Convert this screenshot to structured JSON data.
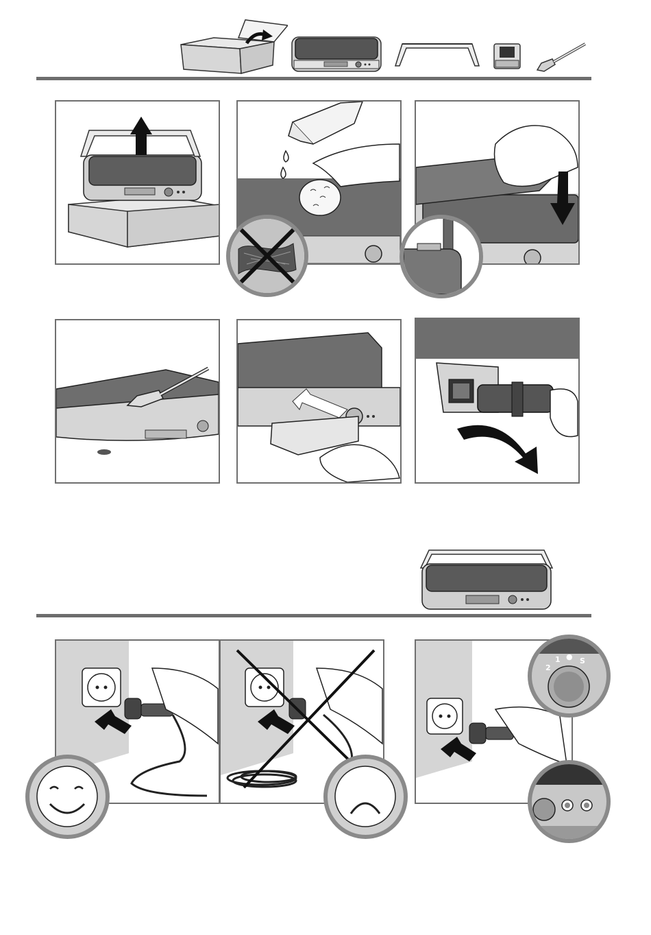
{
  "page": {
    "section_rules": 2
  },
  "parts_strip": [
    "box-icon",
    "griddle-icon",
    "splash-guard-icon",
    "drip-tray-icon",
    "spatula-icon"
  ],
  "knob_scale": {
    "positions": [
      "2",
      "1",
      "●",
      "S"
    ]
  },
  "colors": {
    "rule": "#6d6d6d",
    "plate": "#6e6e6e",
    "body": "#d5d5d5",
    "circle_border": "#8a8a8a",
    "face_bg": "#d0d0d0"
  }
}
